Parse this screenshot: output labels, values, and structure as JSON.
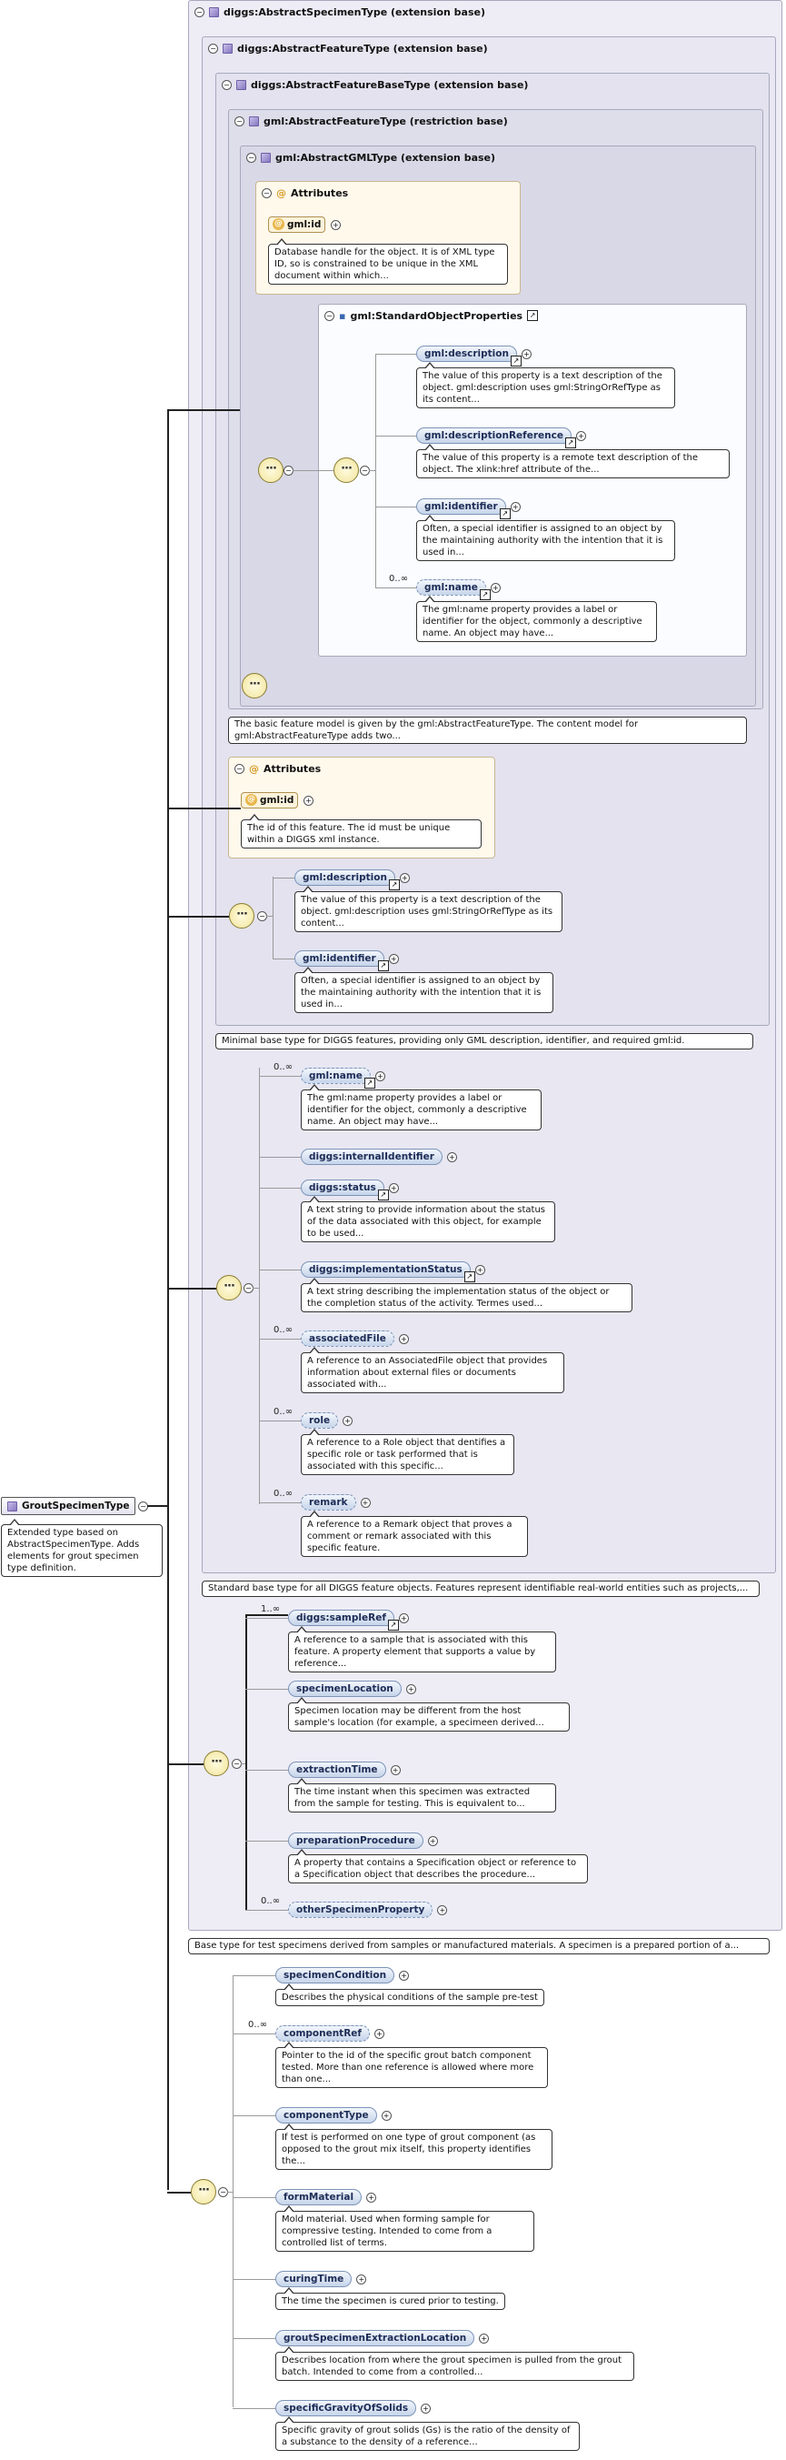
{
  "root": {
    "name": "GroutSpecimenType",
    "doc": "Extended type based on AbstractSpecimenType. Adds elements for grout specimen type definition."
  },
  "boxes": {
    "abstract_specimen": {
      "title": "diggs:AbstractSpecimenType (extension base)"
    },
    "abstract_feature": {
      "title": "diggs:AbstractFeatureType (extension base)"
    },
    "abstract_feature_base": {
      "title": "diggs:AbstractFeatureBaseType (extension base)"
    },
    "gml_feature": {
      "title": "gml:AbstractFeatureType (restriction base)"
    },
    "gml_gmltype": {
      "title": "gml:AbstractGMLType (extension base)"
    },
    "attributes_title": "Attributes",
    "std_props": {
      "title": "gml:StandardObjectProperties"
    }
  },
  "gml_attr": {
    "name": "gml:id",
    "doc": "Database handle for the object. It is of XML type ID, so is constrained to be unique in the XML document within which..."
  },
  "std_props": {
    "items": [
      {
        "name": "gml:description",
        "doc": "The value of this property is a text description of the object. gml:description uses gml:StringOrRefType as its content...",
        "card": ""
      },
      {
        "name": "gml:descriptionReference",
        "doc": "The value of this property is a remote text description of the object. The xlink:href attribute of the...",
        "card": ""
      },
      {
        "name": "gml:identifier",
        "doc": "Often, a special identifier is assigned to an object by the maintaining authority with the intention that it is used in...",
        "card": ""
      },
      {
        "name": "gml:name",
        "doc": "The gml:name property provides a label or identifier for the object, commonly a descriptive name. An object may have...",
        "card": "0..∞"
      }
    ]
  },
  "gml_feature_doc": "The basic feature model is given by the gml:AbstractFeatureType. The content model for gml:AbstractFeatureType adds two...",
  "base_attr": {
    "name": "gml:id",
    "doc": "The id of this feature. The id must be unique within a DIGGS xml instance."
  },
  "base_seq": {
    "items": [
      {
        "name": "gml:description",
        "doc": "The value of this property is a text description of the object. gml:description uses gml:StringOrRefType as its content..."
      },
      {
        "name": "gml:identifier",
        "doc": "Often, a special identifier is assigned to an object by the maintaining authority with the intention that it is used in..."
      }
    ]
  },
  "base_doc": "Minimal base type for DIGGS features, providing only GML description, identifier, and required gml:id.",
  "feature_seq": {
    "items": [
      {
        "name": "gml:name",
        "doc": "The gml:name property provides a label or identifier for the object, commonly a descriptive name. An object may have...",
        "card": "0..∞"
      },
      {
        "name": "diggs:internalIdentifier",
        "doc": "",
        "card": ""
      },
      {
        "name": "diggs:status",
        "doc": "A text string to provide information about the status of the data associated with this object, for example to be used...",
        "card": ""
      },
      {
        "name": "diggs:implementationStatus",
        "doc": "A text string describing the implementation status of the object or the completion status of the activity. Termes used...",
        "card": ""
      },
      {
        "name": "associatedFile",
        "doc": "A reference to an AssociatedFile object that provides information about external files or documents associated with...",
        "card": "0..∞"
      },
      {
        "name": "role",
        "doc": "A reference to a Role object that dentifies a specific role or task performed that is associated with this specific...",
        "card": "0..∞"
      },
      {
        "name": "remark",
        "doc": "A reference to a Remark object that proves a comment or remark associated with this specific feature.",
        "card": "0..∞"
      }
    ]
  },
  "feature_doc": "Standard base type for all DIGGS feature objects. Features represent identifiable real-world entities such as projects,...",
  "specimen_seq": {
    "items": [
      {
        "name": "diggs:sampleRef",
        "doc": "A reference to a sample that is associated with this feature. A property element that supports a value by reference...",
        "card": "1..∞"
      },
      {
        "name": "specimenLocation",
        "doc": "Specimen location may be different from the host sample's location (for example, a specimeen derived...",
        "card": ""
      },
      {
        "name": "extractionTime",
        "doc": "The time instant when this specimen was extracted from the sample for testing. This is equivalent to...",
        "card": ""
      },
      {
        "name": "preparationProcedure",
        "doc": "A property that contains a Specification object or reference to a Specification object that describes the procedure...",
        "card": ""
      },
      {
        "name": "otherSpecimenProperty",
        "doc": "",
        "card": "0..∞"
      }
    ]
  },
  "specimen_doc": "Base type for test specimens derived from samples or manufactured materials. A specimen is a prepared portion of a...",
  "grout_seq": {
    "items": [
      {
        "name": "specimenCondition",
        "doc": "Describes the physical conditions of the sample pre-test",
        "card": ""
      },
      {
        "name": "componentRef",
        "doc": "Pointer to the id of the specific grout batch component tested. More than one reference is allowed where more than one...",
        "card": "0..∞"
      },
      {
        "name": "componentType",
        "doc": "If test is performed on one type of grout component (as opposed to the grout mix itself, this property identifies the...",
        "card": ""
      },
      {
        "name": "formMaterial",
        "doc": "Mold material. Used when forming sample for compressive testing. Intended to come from a controlled list of terms.",
        "card": ""
      },
      {
        "name": "curingTime",
        "doc": "The time the specimen is cured prior to testing.",
        "card": ""
      },
      {
        "name": "groutSpecimenExtractionLocation",
        "doc": "Describes location from where the grout specimen is pulled from the grout batch. Intended to come from a controlled...",
        "card": ""
      },
      {
        "name": "specificGravityOfSolids",
        "doc": "Specific gravity of grout solids (Gs) is the ratio of the density of a substance to the density of a reference...",
        "card": ""
      }
    ]
  },
  "icons": {
    "complex_type": "complex-type-icon",
    "sequence": "sequence-compositor-icon",
    "attribute": "attribute-icon",
    "expand": "expand-toggle-icon",
    "reference": "reference-arrow-icon"
  },
  "colors": {
    "box_bg": "#ecebf5",
    "attr_bg": "#fff9ec",
    "element_fill": "#c6d5ea",
    "sequence_fill": "#f1e49a"
  }
}
